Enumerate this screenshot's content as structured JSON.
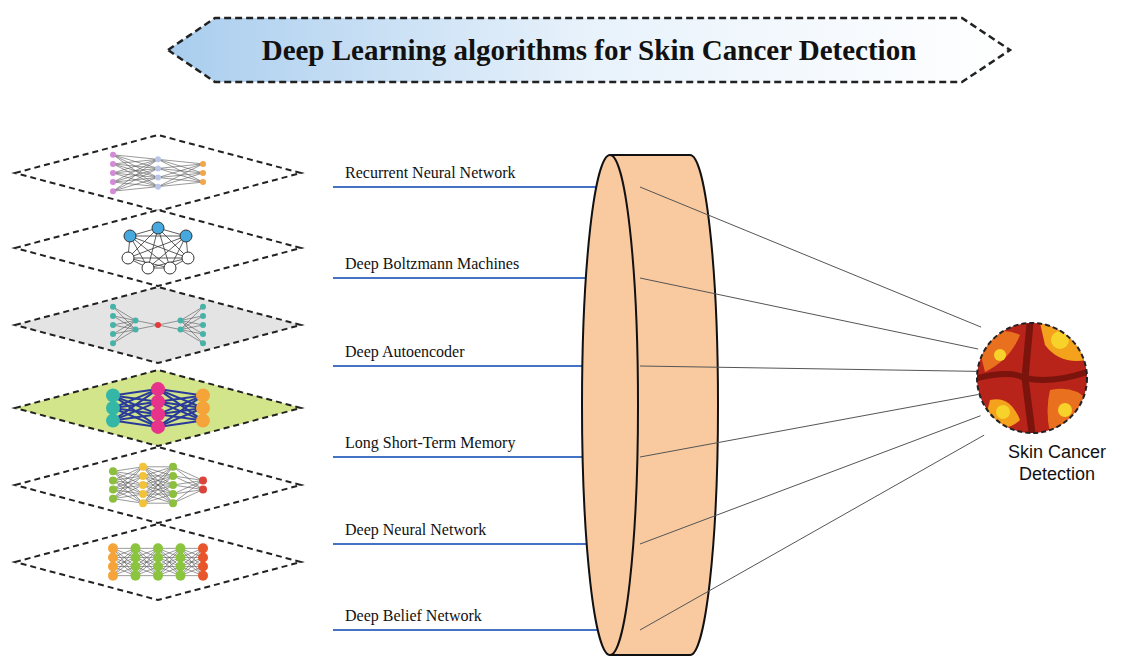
{
  "diagram": {
    "title": "Deep Learning algorithms for Skin Cancer Detection",
    "nodes": [
      {
        "text": [
          "Skin Cancer Detection"
        ]
      }
    ],
    "labels": [
      "Recurrent Neural Network",
      "Deep Boltzmann Machines",
      "Deep Autoencoder",
      "Long Short-Term Memory",
      "Deep Neural Network",
      "Deep Belief Network"
    ]
  }
}
